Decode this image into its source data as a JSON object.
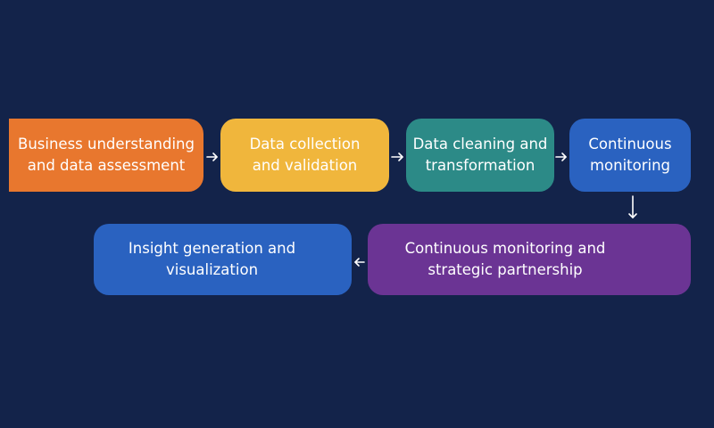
{
  "colors": {
    "background": "#13234a",
    "orange": "#e8772e",
    "yellow": "#f0b63c",
    "teal": "#2c8a87",
    "blue": "#2a62c0",
    "purple": "#6b3494",
    "arrow": "#ffffff"
  },
  "diagram": {
    "steps": [
      {
        "label": "Business understanding and data assessment"
      },
      {
        "label": "Data collection and validation"
      },
      {
        "label": "Data cleaning and transformation"
      },
      {
        "label": "Continuous monitoring"
      },
      {
        "label": "Continuous monitoring and strategic partnership"
      },
      {
        "label": "Insight generation and visualization"
      }
    ]
  }
}
